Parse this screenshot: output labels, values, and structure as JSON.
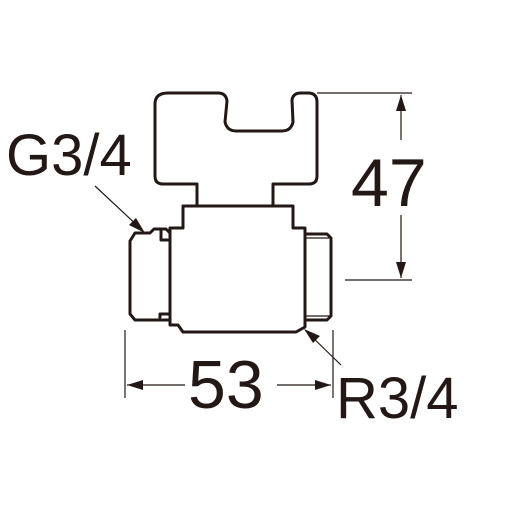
{
  "drawing": {
    "thread_label_left": "G3/4",
    "thread_label_right": "R3/4",
    "height_dimension": "47",
    "length_dimension": "53"
  },
  "colors": {
    "line": "#231815",
    "background": "#ffffff"
  }
}
